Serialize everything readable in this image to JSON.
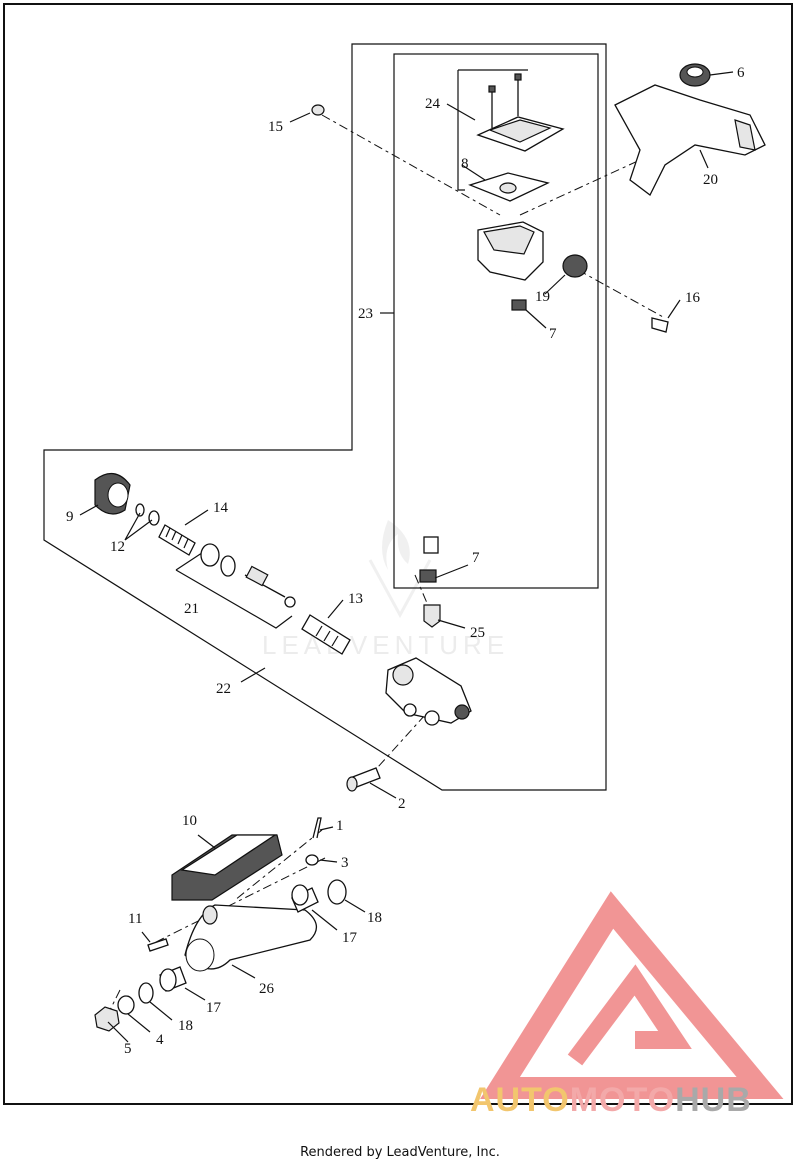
{
  "diagram": {
    "callouts": [
      "1",
      "2",
      "3",
      "4",
      "5",
      "6",
      "7",
      "7",
      "8",
      "9",
      "10",
      "11",
      "12",
      "13",
      "14",
      "15",
      "16",
      "17",
      "17",
      "18",
      "18",
      "19",
      "20",
      "21",
      "22",
      "23",
      "24",
      "25",
      "26"
    ]
  },
  "watermark": {
    "text": "LEADVENTURE",
    "logo_parts": [
      "AUTO",
      "MOTO",
      "HUB"
    ],
    "logo_colors": {
      "triangle": "#f08a8a",
      "auto": "#f2c66e",
      "moto": "#f3a9a9",
      "hub": "#a9a9a9"
    }
  },
  "footer": "Rendered by LeadVenture, Inc."
}
